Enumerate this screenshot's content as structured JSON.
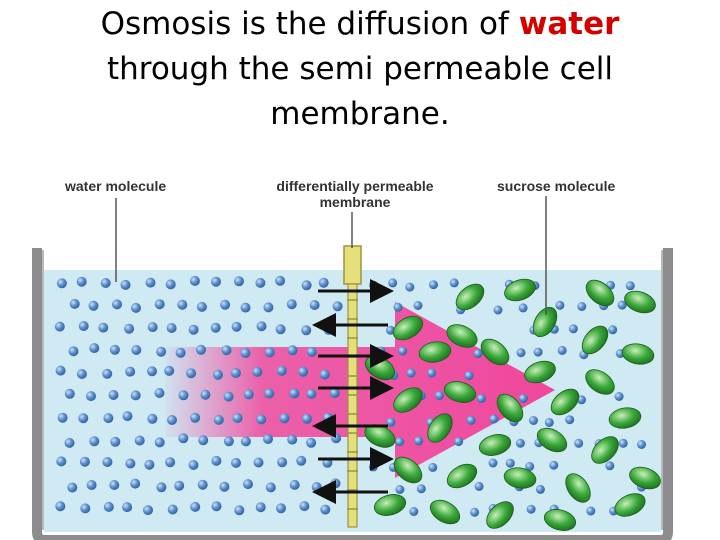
{
  "title": {
    "before": "Osmosis is the diffusion of",
    "highlight": "water",
    "line2": "through the semi permeable cell",
    "line3": "membrane."
  },
  "labels": {
    "water_molecule": "water molecule",
    "membrane_line1": "differentially permeable",
    "membrane_line2": "membrane",
    "sucrose_molecule": "sucrose molecule"
  },
  "colors": {
    "highlight_text": "#d40000",
    "water_fill": "#cfeaf3",
    "water_molecule": "#4e86c6",
    "sucrose_molecule": "#2f9a2f",
    "flow_arrow": "#f0479c",
    "membrane": "#e6e07a",
    "container": "#8c8c8c"
  }
}
